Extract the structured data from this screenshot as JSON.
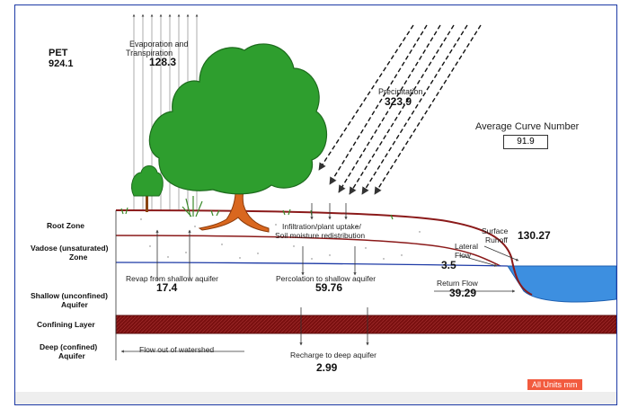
{
  "pet": {
    "label": "PET",
    "value": "924.1"
  },
  "evapotranspiration": {
    "label_line1": "Evaporation and",
    "label_line2": "Transpiration",
    "value": "128.3"
  },
  "precipitation": {
    "label": "Precipitation",
    "value": "323.9"
  },
  "curve_number": {
    "label": "Average Curve Number",
    "value": "91.9"
  },
  "zones": {
    "root": "Root Zone",
    "vadose_line1": "Vadose (unsaturated)",
    "vadose_line2": "Zone",
    "shallow_line1": "Shallow (unconfined)",
    "shallow_line2": "Aquifer",
    "confining": "Confining Layer",
    "deep_line1": "Deep (confined)",
    "deep_line2": "Aquifer"
  },
  "infiltration": {
    "line1": "Infiltration/plant uptake/",
    "line2": "Soil moisture redistribution"
  },
  "surface_runoff": {
    "line1": "Surface",
    "line2": "Runoff",
    "value": "130.27"
  },
  "lateral_flow": {
    "line1": "Lateral",
    "line2": "Flow",
    "value": "3.5"
  },
  "revap": {
    "label": "Revap from shallow aquifer",
    "value": "17.4"
  },
  "percolation": {
    "label": "Percolation to shallow aquifer",
    "value": "59.76"
  },
  "return_flow": {
    "label": "Return Flow",
    "value": "39.29"
  },
  "flow_out": {
    "label": "Flow out of watershed"
  },
  "recharge": {
    "label": "Recharge to deep aquifer",
    "value": "2.99"
  },
  "units": {
    "label": "All Units mm"
  },
  "colors": {
    "soil_line": "#8b1a1a",
    "confining": "#7a1010",
    "water": "#3d8fe0",
    "tree": "#2e9e2e",
    "trunk": "#d9671f",
    "frame": "#1d3aa6"
  }
}
